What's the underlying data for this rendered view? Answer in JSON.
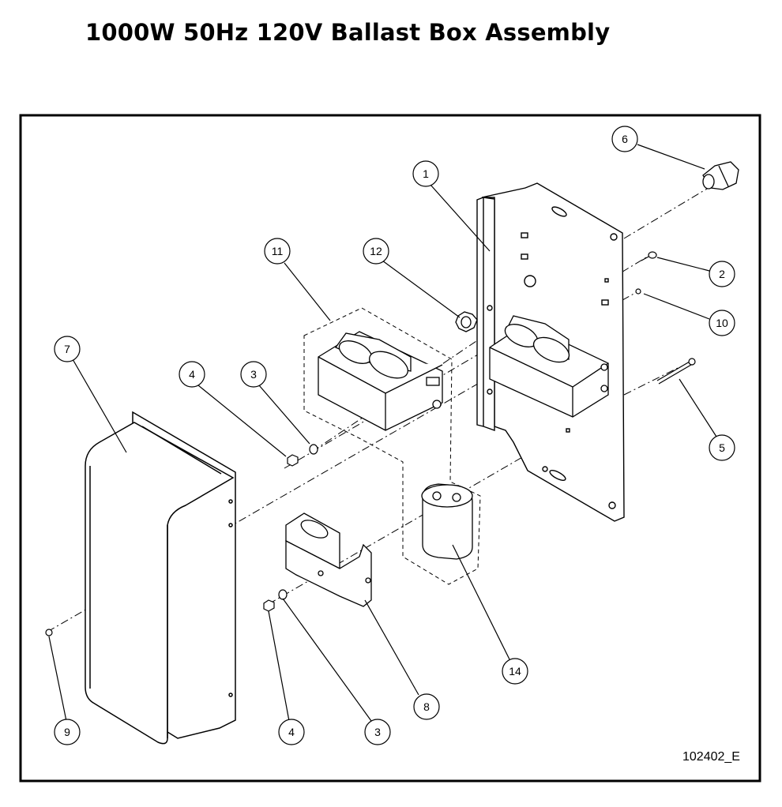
{
  "title": "1000W 50Hz 120V Ballast Box Assembly",
  "drawing_code": "102402_E",
  "callouts": {
    "c1": "1",
    "c2": "2",
    "c3a": "3",
    "c3b": "3",
    "c4a": "4",
    "c4b": "4",
    "c5": "5",
    "c6": "6",
    "c7": "7",
    "c8": "8",
    "c9": "9",
    "c10": "10",
    "c11": "11",
    "c12": "12",
    "c14": "14"
  },
  "colors": {
    "line": "#000000",
    "background": "#ffffff",
    "fill": "#ffffff"
  }
}
